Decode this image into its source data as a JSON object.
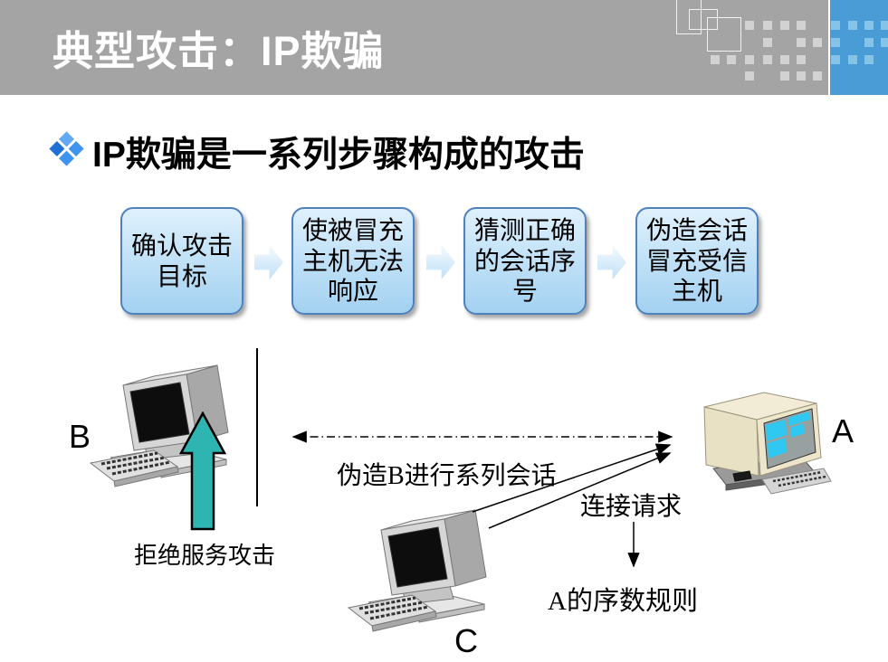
{
  "slide": {
    "title": "典型攻击：IP欺骗"
  },
  "bullet": {
    "text": "IP欺骗是一系列步骤构成的攻击"
  },
  "flow_steps": [
    {
      "label": "确认攻击\n目标"
    },
    {
      "label": "使被冒充\n主机无法\n响应"
    },
    {
      "label": "猜测正确\n的会话序\n号"
    },
    {
      "label": "伪造会话\n冒充受信\n主机"
    }
  ],
  "diagram": {
    "node_b": "B",
    "node_a": "A",
    "node_c": "C",
    "dos_attack_label": "拒绝服务攻击",
    "forged_session_label": "伪造B进行系列会话",
    "connect_request_label": "连接请求",
    "sequence_rule_label": "A的序数规则"
  },
  "icons": {
    "bullet_marker": "diamond-cluster-bullet",
    "flow_connector": "right-chevron-arrow",
    "dos_arrow": "up-block-arrow",
    "computer_b": "desktop-computer",
    "computer_c": "desktop-computer",
    "computer_a": "desktop-computer"
  },
  "colors": {
    "header_bar": "#A4A4A4",
    "accent_block": "#4A9CD6",
    "accent_block_squares": "#85C3E8",
    "deco_squares": "#D2D2D2",
    "flow_box_border": "#4F81BD",
    "flow_box_fill_top": "#DFF0FC",
    "flow_box_fill_bottom": "#A3D1F1",
    "bullet_marker_blue": "#3E94EE",
    "dos_arrow_fill": "#2EB4B1",
    "title_text": "#FFFFFF",
    "body_text": "#000000"
  }
}
